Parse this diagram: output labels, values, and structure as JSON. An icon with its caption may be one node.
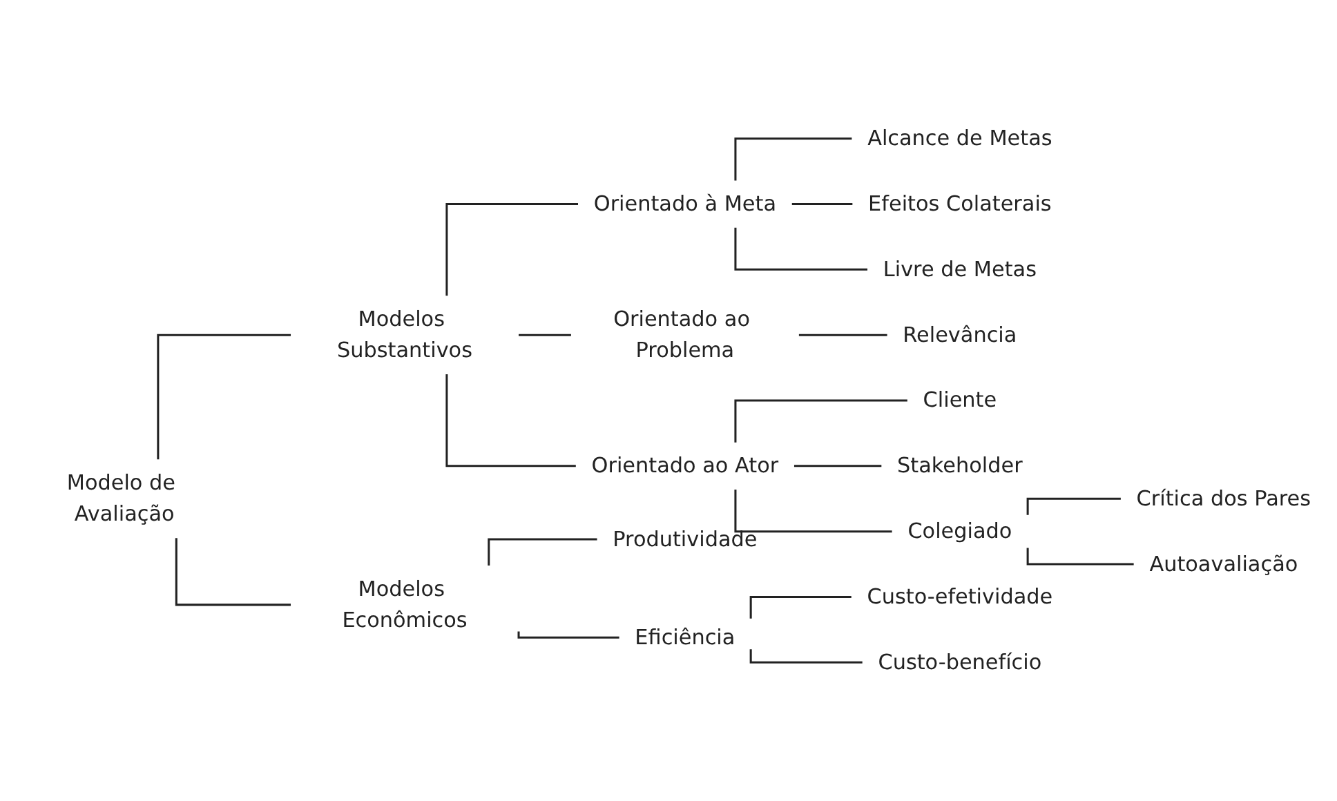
{
  "diagram": {
    "nodes": [
      {
        "text": [
          "Modelo de Avaliação"
        ]
      },
      {
        "text": [
          "Modelos Substantivos"
        ]
      },
      {
        "text": [
          "Orientado à Meta"
        ]
      },
      {
        "text": [
          "Alcance de Metas"
        ]
      },
      {
        "text": [
          "Efeitos Colaterais"
        ]
      },
      {
        "text": [
          "Livre de Metas"
        ]
      },
      {
        "text": [
          "Orientado ao Problema"
        ]
      },
      {
        "text": [
          "Relevância"
        ]
      },
      {
        "text": [
          "Orientado ao Ator"
        ]
      },
      {
        "text": [
          "Cliente"
        ]
      },
      {
        "text": [
          "Stakeholder"
        ]
      },
      {
        "text": [
          "Colegiado"
        ]
      },
      {
        "text": [
          "Crítica dos Pares"
        ]
      },
      {
        "text": [
          "Autoavaliação"
        ]
      },
      {
        "text": [
          "Modelos Econômicos"
        ]
      },
      {
        "text": [
          "Produtividade"
        ]
      },
      {
        "text": [
          "Eficiência"
        ]
      },
      {
        "text": [
          "Custo-efetividade"
        ]
      },
      {
        "text": [
          "Custo-benefício"
        ]
      }
    ],
    "edges": [
      {
        "from": 0,
        "to": 1,
        "arrow": "none"
      },
      {
        "from": 0,
        "to": 14,
        "arrow": "none"
      },
      {
        "from": 1,
        "to": 2,
        "arrow": "none"
      },
      {
        "from": 1,
        "to": 6,
        "arrow": "none"
      },
      {
        "from": 1,
        "to": 8,
        "arrow": "none"
      },
      {
        "from": 2,
        "to": 3,
        "arrow": "none"
      },
      {
        "from": 2,
        "to": 4,
        "arrow": "none"
      },
      {
        "from": 2,
        "to": 5,
        "arrow": "none"
      },
      {
        "from": 6,
        "to": 7,
        "arrow": "none"
      },
      {
        "from": 8,
        "to": 9,
        "arrow": "none"
      },
      {
        "from": 8,
        "to": 10,
        "arrow": "none"
      },
      {
        "from": 8,
        "to": 11,
        "arrow": "none"
      },
      {
        "from": 11,
        "to": 12,
        "arrow": "none"
      },
      {
        "from": 11,
        "to": 13,
        "arrow": "none"
      },
      {
        "from": 14,
        "to": 15,
        "arrow": "none"
      },
      {
        "from": 14,
        "to": 16,
        "arrow": "none"
      },
      {
        "from": 16,
        "to": 17,
        "arrow": "none"
      },
      {
        "from": 16,
        "to": 18,
        "arrow": "none"
      }
    ]
  }
}
